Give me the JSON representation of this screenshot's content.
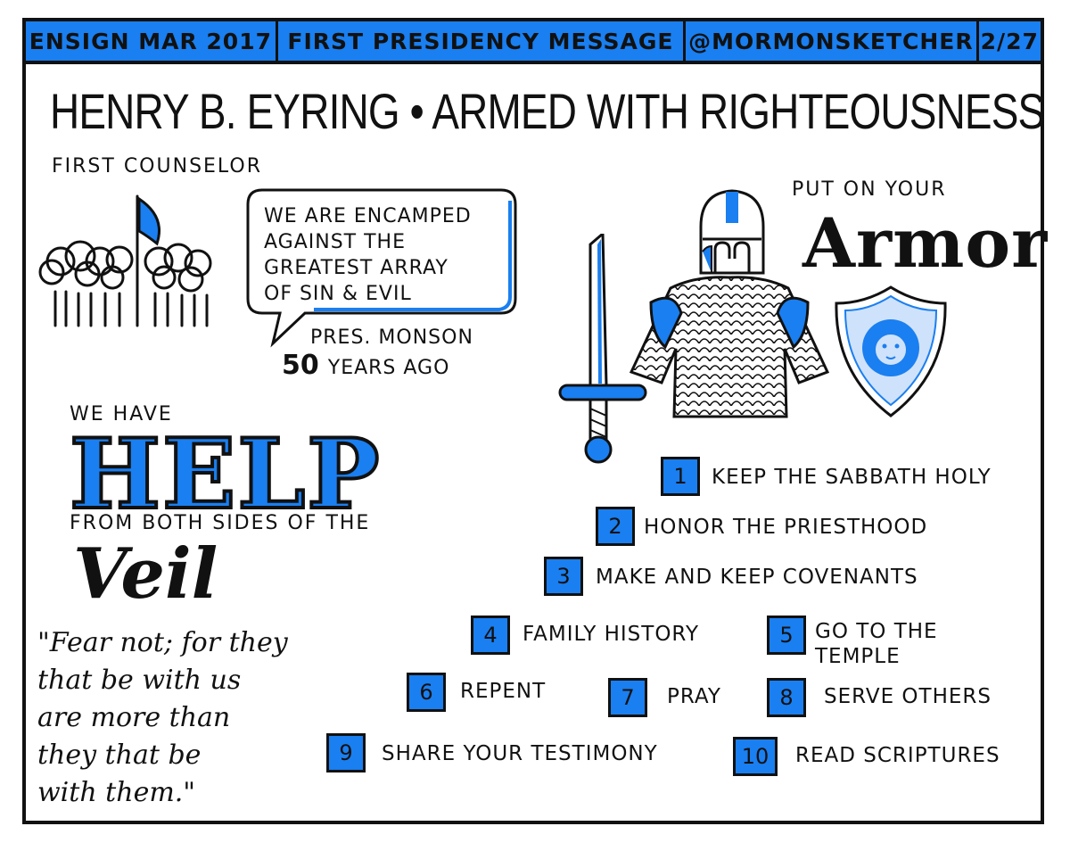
{
  "header": {
    "cells": [
      "ENSIGN MAR 2017",
      "FIRST PRESIDENCY MESSAGE",
      "@MORMONSKETCHER",
      "2/27"
    ]
  },
  "title": "HENRY B. EYRING • ARMED WITH RIGHTEOUSNESS",
  "subtitle": "FIRST COUNSELOR",
  "speech_bubble": {
    "lines": [
      "WE ARE ENCAMPED",
      "AGAINST THE",
      "GREATEST ARRAY",
      "OF SIN & EVIL"
    ],
    "attribution": "PRES. MONSON",
    "years_number": "50",
    "years_text": "YEARS AGO"
  },
  "armor_heading": {
    "intro": "PUT ON YOUR",
    "word": "Armor"
  },
  "help_section": {
    "intro": "WE HAVE",
    "word": "HELP",
    "middle": "FROM BOTH SIDES OF THE",
    "word2": "Veil"
  },
  "quote": {
    "lines": [
      "\"Fear not; for they",
      "that be with us",
      "are more than",
      "they that be",
      "with them.\""
    ]
  },
  "list_items": [
    {
      "num": "1",
      "label": "KEEP THE SABBATH HOLY"
    },
    {
      "num": "2",
      "label": "HONOR THE PRIESTHOOD"
    },
    {
      "num": "3",
      "label": "MAKE AND KEEP COVENANTS"
    },
    {
      "num": "4",
      "label": "FAMILY HISTORY"
    },
    {
      "num": "5",
      "label": "GO TO THE TEMPLE"
    },
    {
      "num": "6",
      "label": "REPENT"
    },
    {
      "num": "7",
      "label": "PRAY"
    },
    {
      "num": "8",
      "label": "SERVE OTHERS"
    },
    {
      "num": "9",
      "label": "SHARE YOUR TESTIMONY"
    },
    {
      "num": "10",
      "label": "READ SCRIPTURES"
    }
  ],
  "colors": {
    "accent": "#1a7ff0",
    "ink": "#111111",
    "background": "#ffffff"
  },
  "icons": [
    "crowd-with-flag-icon",
    "speech-bubble-icon",
    "sword-icon",
    "helmet-icon",
    "chainmail-icon",
    "lion-shield-icon"
  ]
}
